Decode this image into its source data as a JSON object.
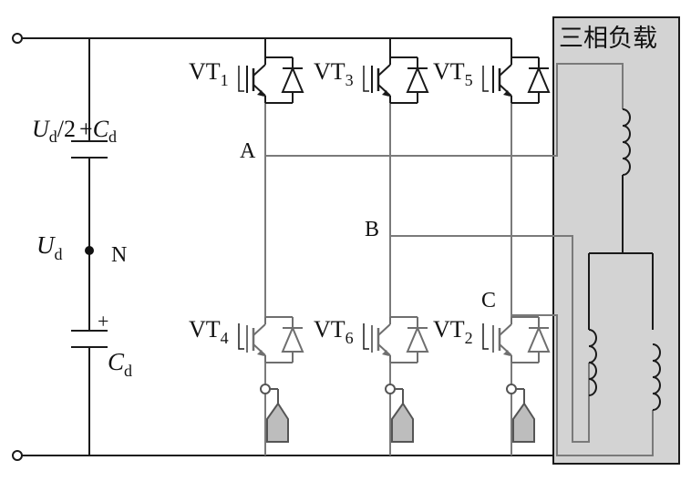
{
  "capacitor_top": {
    "voltage": "U",
    "voltage_sub": "d",
    "voltage_tail": "/2",
    "plus": "+",
    "cap": "C",
    "cap_sub": "d"
  },
  "capacitor_bottom": {
    "plus": "+",
    "cap": "C",
    "cap_sub": "d"
  },
  "dc_voltage": {
    "symbol": "U",
    "sub": "d"
  },
  "neutral": "N",
  "nodes": {
    "a": "A",
    "b": "B",
    "c": "C"
  },
  "switches": [
    {
      "name": "VT",
      "sub": "1"
    },
    {
      "name": "VT",
      "sub": "3"
    },
    {
      "name": "VT",
      "sub": "5"
    },
    {
      "name": "VT",
      "sub": "4"
    },
    {
      "name": "VT",
      "sub": "6"
    },
    {
      "name": "VT",
      "sub": "2"
    }
  ],
  "load": {
    "title": "三相负载"
  },
  "colors": {
    "load_fill": "#d3d3d3",
    "wire": "#1a1a1a",
    "wire_gray": "#7a7a7a",
    "driver_fill": "#bdbdbd"
  }
}
